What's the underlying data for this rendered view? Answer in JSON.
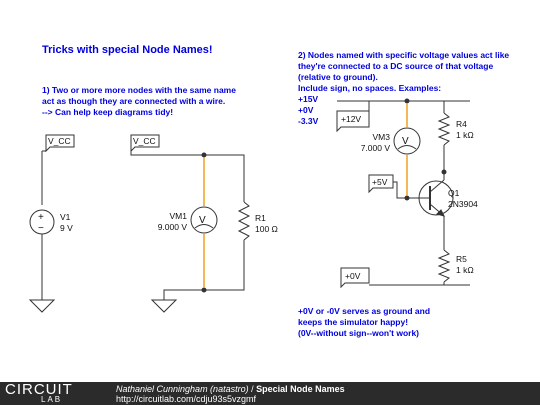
{
  "left_panel": {
    "title": "Tricks with special Node Names!",
    "note_line1": "1) Two or more more nodes with the same name",
    "note_line2": "act as though they are connected with a wire.",
    "note_line3": "--> Can help keep diagrams tidy!"
  },
  "right_panel": {
    "line1": "2) Nodes named with specific voltage values act like",
    "line2": "they're connected to a DC source of that voltage",
    "line3": "(relative to ground).",
    "line4": "Include sign, no spaces. Examples:",
    "ex1": "+15V",
    "ex2": "+0V",
    "ex3": "-3.3V",
    "bottom1": "+0V or -0V serves as ground and",
    "bottom2": "keeps the simulator happy!",
    "bottom3": "(0V--without sign--won't work)"
  },
  "circuit": {
    "node_vcc_1": "V_CC",
    "node_vcc_2": "V_CC",
    "v1_name": "V1",
    "v1_value": "9 V",
    "vm1_name": "VM1",
    "vm1_value": "9.000 V",
    "r1_name": "R1",
    "r1_value": "100 Ω",
    "node_12v": "+12V",
    "node_5v": "+5V",
    "node_0v": "+0V",
    "vm3_name": "VM3",
    "vm3_value": "7.000 V",
    "r4_name": "R4",
    "r4_value": "1 kΩ",
    "q1_name": "Q1",
    "q1_value": "2N3904",
    "r5_name": "R5",
    "r5_value": "1 kΩ",
    "meter_symbol": "V",
    "plus_sign": "+",
    "minus_sign": "−"
  },
  "footer": {
    "logo_top": "CIRCUIT",
    "logo_bottom": "LAB",
    "author": "Nathaniel Cunningham (natastro)",
    "separator": " / ",
    "circuit_name": "Special Node Names",
    "url": "http://circuitlab.com/cdju93s5vzgmf"
  },
  "colors": {
    "text_blue": "#0000dd",
    "wire": "#333333",
    "probe_wire": "#f0a020",
    "footer_bg": "#2b2b2b"
  }
}
